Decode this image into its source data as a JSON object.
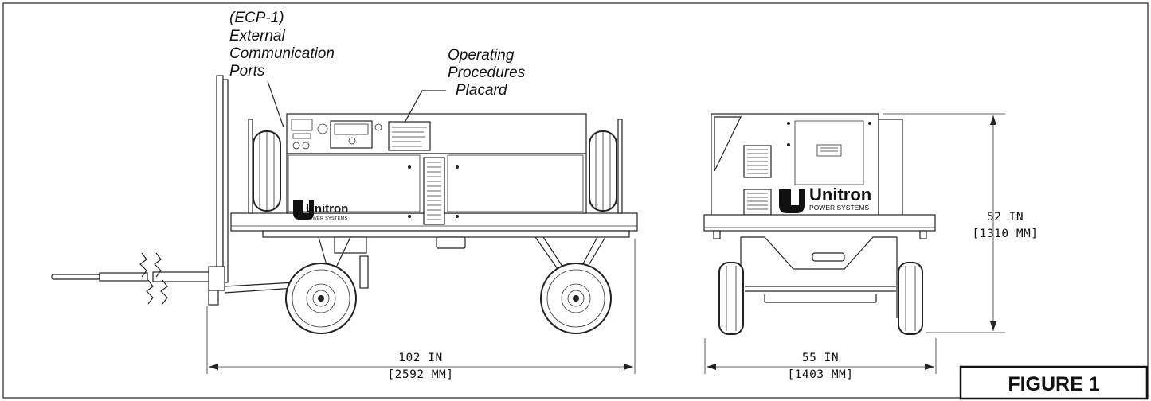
{
  "callouts": {
    "ecp_line1": "(ECP-1)",
    "ecp_line2": "External",
    "ecp_line3": "Communication",
    "ecp_line4": "Ports",
    "placard_line1": "Operating",
    "placard_line2": "Procedures",
    "placard_line3": "Placard"
  },
  "dimensions": {
    "side_length_in": "102 IN",
    "side_length_mm": "[2592 MM]",
    "rear_width_in": "55 IN",
    "rear_width_mm": "[1403 MM]",
    "height_in": "52 IN",
    "height_mm": "[1310 MM]"
  },
  "brand": {
    "name": "Unitron",
    "sub": "POWER SYSTEMS"
  },
  "figure_label": "FIGURE 1",
  "colors": {
    "line": "#222222",
    "background": "#ffffff"
  }
}
